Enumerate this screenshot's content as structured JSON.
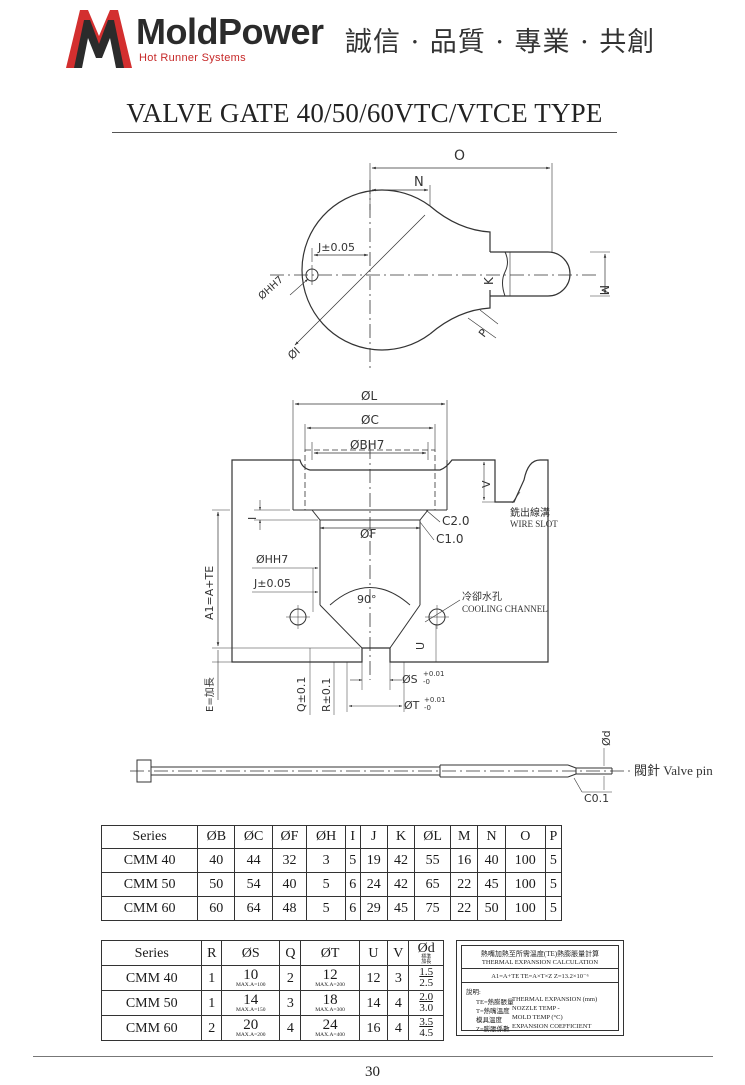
{
  "header": {
    "brand": "MoldPower",
    "tagline": "Hot Runner Systems",
    "slogan": "誠信 · 品質 · 專業 · 共創"
  },
  "title": "VALVE GATE 40/50/60VTC/VTCE TYPE",
  "drawing_labels": {
    "top_view": {
      "o": "O",
      "n": "N",
      "j": "J±0.05",
      "h": "ØHH7",
      "i": "ØI",
      "k": "K",
      "m": "M",
      "p": "P"
    },
    "section_view": {
      "l": "ØL",
      "c": "ØC",
      "b": "ØBH7",
      "v": "V",
      "i": "I",
      "wire_slot_zh": "銑出線溝",
      "wire_slot_en": "WIRE SLOT",
      "c20": "C2.0",
      "c10": "C1.0",
      "f": "ØF",
      "h": "ØHH7",
      "j": "J±0.05",
      "angle": "90°",
      "cooling_zh": "冷卻水孔",
      "cooling_en": "COOLING CHANNEL",
      "a1": "A1=A+TE",
      "e": "E=加長",
      "u": "U",
      "s": "ØS",
      "s_tol_up": "+0.01",
      "s_tol_dn": "-0",
      "t": "ØT",
      "t_tol_up": "+0.01",
      "t_tol_dn": "-0",
      "q": "Q±0.1",
      "r": "R±0.1"
    },
    "pin_view": {
      "d": "Ød",
      "c01": "C0.1",
      "label": "閥針 Valve pin"
    }
  },
  "table1": {
    "headers": [
      "Series",
      "ØB",
      "ØC",
      "ØF",
      "ØH",
      "I",
      "J",
      "K",
      "ØL",
      "M",
      "N",
      "O",
      "P"
    ],
    "rows": [
      [
        "CMM 40",
        "40",
        "44",
        "32",
        "3",
        "5",
        "19",
        "42",
        "55",
        "16",
        "40",
        "100",
        "5"
      ],
      [
        "CMM 50",
        "50",
        "54",
        "40",
        "5",
        "6",
        "24",
        "42",
        "65",
        "22",
        "45",
        "100",
        "5"
      ],
      [
        "CMM 60",
        "60",
        "64",
        "48",
        "5",
        "6",
        "29",
        "45",
        "75",
        "22",
        "50",
        "100",
        "5"
      ]
    ]
  },
  "table2": {
    "headers": [
      "Series",
      "R",
      "ØS",
      "Q",
      "ØT",
      "U",
      "V",
      "Ød"
    ],
    "od_sub": "標準\n加長",
    "rows": [
      {
        "series": "CMM 40",
        "r": "1",
        "s": "10",
        "s_max": "MAX.A=100",
        "q": "2",
        "t": "12",
        "t_max": "MAX.A=200",
        "u": "12",
        "v": "3",
        "d1": "1.5",
        "d2": "2.5"
      },
      {
        "series": "CMM 50",
        "r": "1",
        "s": "14",
        "s_max": "MAX.A=150",
        "q": "3",
        "t": "18",
        "t_max": "MAX.A=300",
        "u": "14",
        "v": "4",
        "d1": "2.0",
        "d2": "3.0"
      },
      {
        "series": "CMM 60",
        "r": "2",
        "s": "20",
        "s_max": "MAX.A=200",
        "q": "4",
        "t": "24",
        "t_max": "MAX.A=400",
        "u": "16",
        "v": "4",
        "d1": "3.5",
        "d2": "4.5"
      }
    ]
  },
  "calc_box": {
    "title_zh": "熱嘴加熱至所需溫度(TE)熱膨脹量計算",
    "title_en": "THERMAL  EXPANSION  CALCULATION",
    "formula": "A1=A+TE    TE=A×T×Z     Z=13.2×10⁻⁶",
    "legend_title": "說明:",
    "legend": [
      {
        "zh": "TE=熱膨脹量",
        "en": "THERMAL EXPANSION (mm)"
      },
      {
        "zh": "T=熱嘴溫度",
        "en": "NOZZLE TEMP -"
      },
      {
        "zh": "模具溫度",
        "en": "MOLD TEMP (°C)"
      },
      {
        "zh": "Z=膨脹係數",
        "en": "EXPANSION COEFFICIENT"
      }
    ]
  },
  "page_number": "30"
}
